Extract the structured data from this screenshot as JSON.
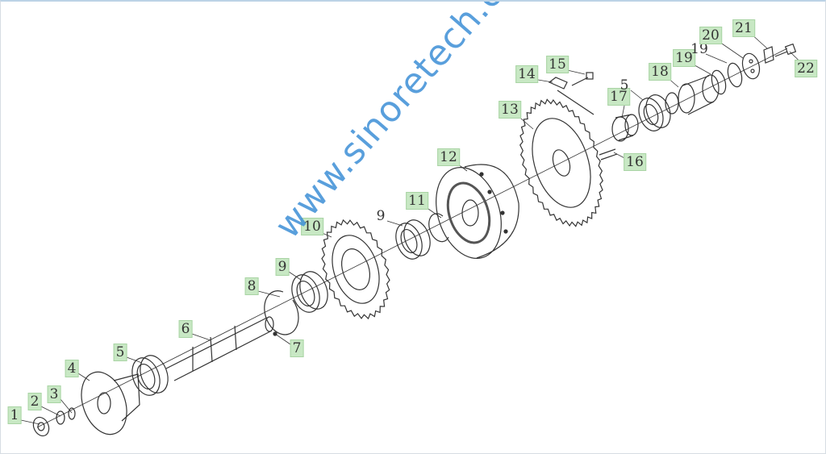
{
  "diagram": {
    "title": "Exploded view of gear shaft assembly",
    "watermark": "www.sinoretech.cn",
    "colors": {
      "label_bg": "#c8e8c4",
      "line": "#333333",
      "watermark": "#3d8fd6"
    },
    "labels": [
      {
        "text": "1",
        "boxed": true
      },
      {
        "text": "2",
        "boxed": true
      },
      {
        "text": "3",
        "boxed": true
      },
      {
        "text": "4",
        "boxed": true
      },
      {
        "text": "5",
        "boxed": true
      },
      {
        "text": "6",
        "boxed": true
      },
      {
        "text": "7",
        "boxed": true
      },
      {
        "text": "8",
        "boxed": true
      },
      {
        "text": "9",
        "boxed": true
      },
      {
        "text": "10",
        "boxed": true
      },
      {
        "text": "9",
        "boxed": false
      },
      {
        "text": "11",
        "boxed": true
      },
      {
        "text": "12",
        "boxed": true
      },
      {
        "text": "13",
        "boxed": true
      },
      {
        "text": "14",
        "boxed": true
      },
      {
        "text": "15",
        "boxed": true
      },
      {
        "text": "16",
        "boxed": true
      },
      {
        "text": "17",
        "boxed": true
      },
      {
        "text": "5",
        "boxed": false
      },
      {
        "text": "18",
        "boxed": true
      },
      {
        "text": "19",
        "boxed": true
      },
      {
        "text": "19",
        "boxed": false
      },
      {
        "text": "20",
        "boxed": true
      },
      {
        "text": "21",
        "boxed": true
      },
      {
        "text": "22",
        "boxed": true
      }
    ]
  }
}
